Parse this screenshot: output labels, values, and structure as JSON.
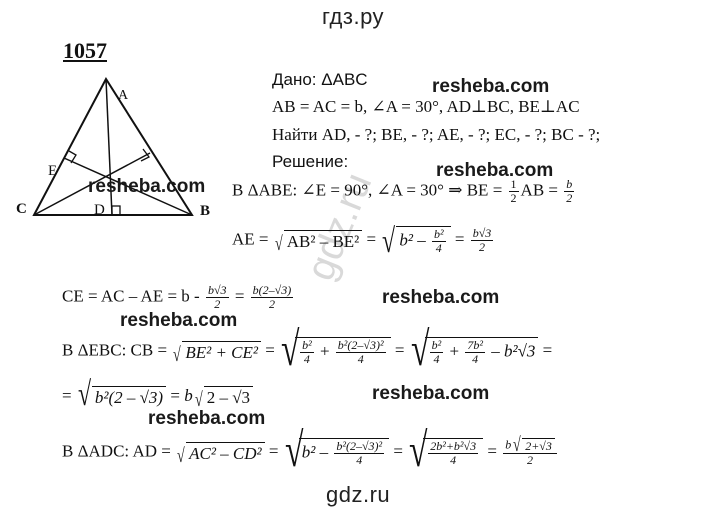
{
  "header": {
    "site": "гдз.ру"
  },
  "footer": {
    "site": "gdz.ru"
  },
  "problem": {
    "number": "1057"
  },
  "figure": {
    "labels": {
      "A": "A",
      "B": "B",
      "C": "C",
      "D": "D",
      "E": "E"
    }
  },
  "watermarks": {
    "resheba": "resheba.com",
    "gdz_diag": "gdz.ru"
  },
  "text": {
    "given": "Дано: ΔABC",
    "condition": "AB = AC = b, ∠A = 30°, AD⊥BC, BE⊥AC",
    "find": "Найти AD, - ?; BE, - ?; AE, - ?; EC, - ?; BC - ?;",
    "solution": "Решение:",
    "l1_prefix": "В ΔABE: ∠E = 90°, ∠A = 30° ⇒ BE =",
    "l1_ab": "AB =",
    "l2_lhs": "AE =",
    "l3_lhs": "CE = AC – AE = b -",
    "l4_lhs": "В ΔEBC: CB =",
    "l6_lhs": "В ΔADC: AD =",
    "half_num": "1",
    "half_den": "2",
    "b": "b",
    "two": "2",
    "four": "4",
    "eq": "=",
    "plus": "+",
    "minus": "–",
    "ab2_be2": "AB² – BE²",
    "b2": "b²",
    "b_sqrt3": "b√3",
    "b_2_minus_sqrt3": "b(2–√3)",
    "be2_ce2": "BE² + CE²",
    "b2_frac_num": "b²",
    "b2_2_minus_sqrt3_sq": "b²(2–√3)²",
    "seven_b2": "7b²",
    "b2_sqrt3": "b²√3",
    "b2_times": "b²(2 – √3)",
    "b_sqrt_prefix": "b",
    "two_minus_sqrt3": "2 – √3",
    "ac2_cd2": "AC² – CD²",
    "two_b2_plus": "2b²+b²√3",
    "two_plus_sqrt3": "2+√3",
    "cont_eq": "="
  },
  "colors": {
    "ink": "#111111",
    "background": "#ffffff"
  }
}
